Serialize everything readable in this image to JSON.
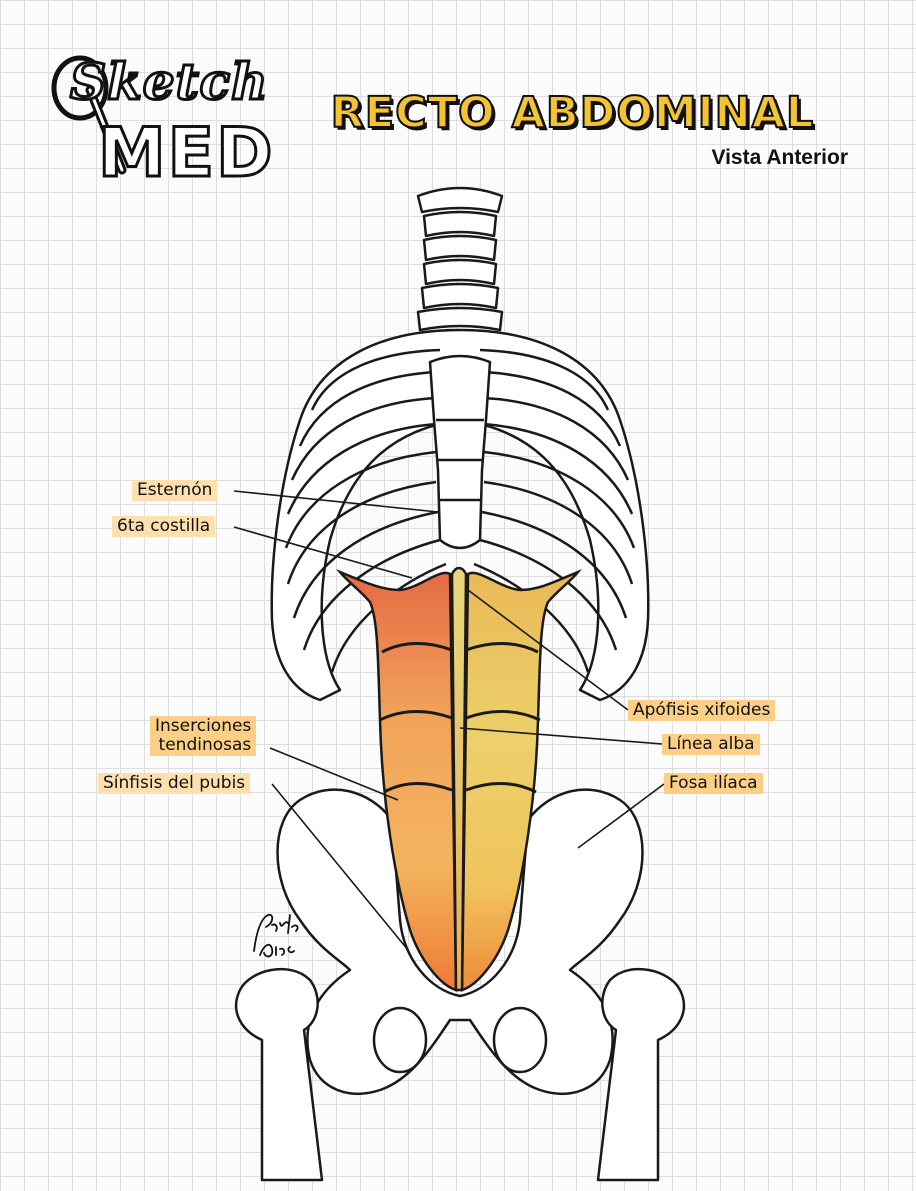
{
  "brand": {
    "logo_top": "Sketch",
    "logo_bottom": "MED"
  },
  "title": "RECTO ABDOMINAL",
  "subtitle": "Vista Anterior",
  "labels": {
    "esternon": "Esternón",
    "sexta_costilla": "6ta costilla",
    "inserciones": "Inserciones\ntendinosas",
    "sinfisis": "Sínfisis del pubis",
    "apofisis": "Apófisis xifoides",
    "linea_alba": "Línea alba",
    "fosa_iliaca": "Fosa ilíaca"
  },
  "signature": "Paola Ríos",
  "colors": {
    "title_fill": "#f4c430",
    "label_orange": "#fbcf86",
    "label_light": "#fde0ad",
    "muscle_top": "#e8734a",
    "muscle_mid": "#f0a75c",
    "muscle_bottom": "#f08a3c",
    "bone_outline": "#1a1a1a"
  }
}
